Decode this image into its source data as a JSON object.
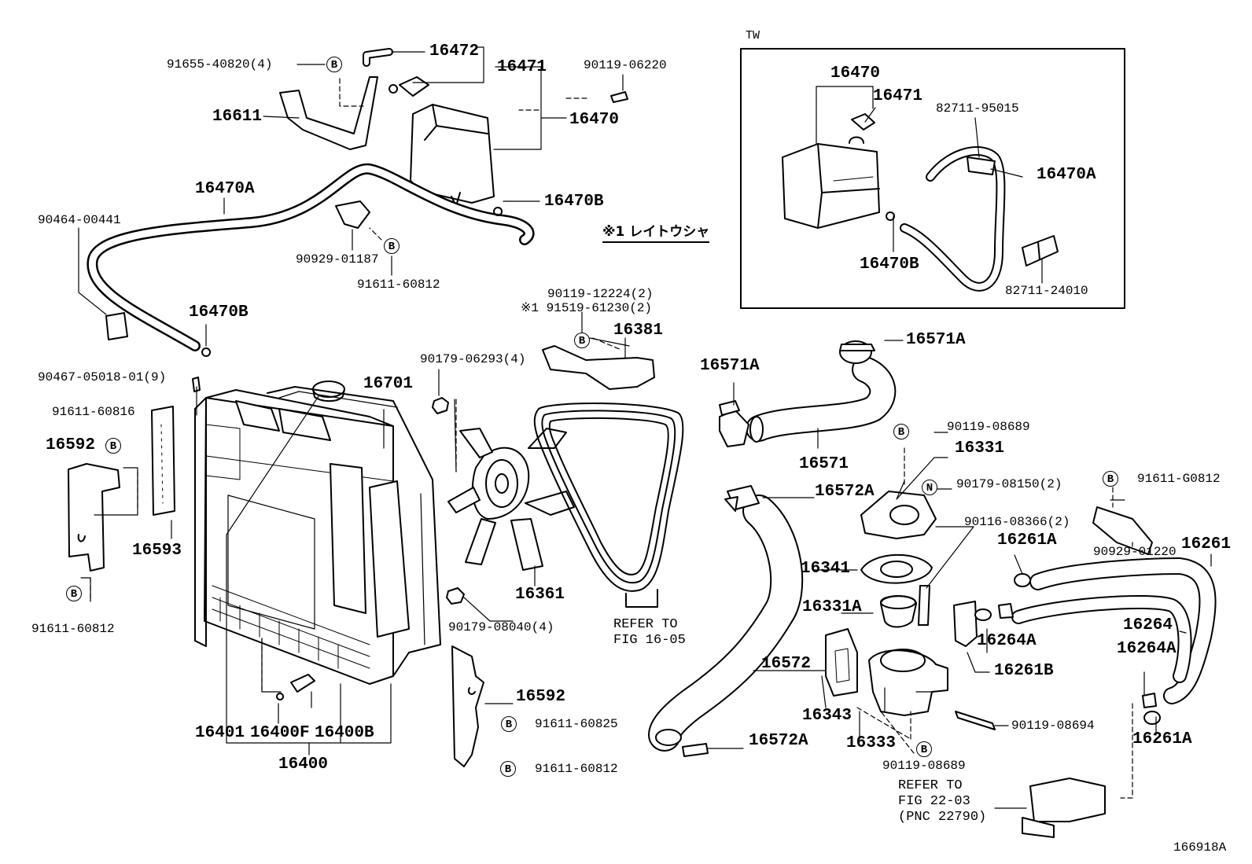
{
  "inset": {
    "title": "TW",
    "labels": {
      "p16470": "16470",
      "p16471": "16471",
      "p82711_95015": "82711-95015",
      "p16470A": "16470A",
      "p16470B": "16470B",
      "p82711_24010": "82711-24010"
    }
  },
  "labels": {
    "p91655": "91655-40820(4)",
    "p16472": "16472",
    "p16471": "16471",
    "p90119_06220": "90119-06220",
    "p16611": "16611",
    "p16470": "16470",
    "p16470A": "16470A",
    "p90464": "90464-00441",
    "p16470B_top": "16470B",
    "p90929_01187": "90929-01187",
    "p91611_60812_a": "91611-60812",
    "p16470B_left": "16470B",
    "p90119_12224": "90119-12224(2)",
    "p91519": "※1 91519-61230(2)",
    "p16381": "16381",
    "p90179_06293": "90179-06293(4)",
    "p90467": "90467-05018-01(9)",
    "p16701": "16701",
    "p91611_60816": "91611-60816",
    "p16592_left": "16592",
    "p16593": "16593",
    "p91611_60812_b": "91611-60812",
    "p16361": "16361",
    "p90179_08040": "90179-08040(4)",
    "p16592_bottom": "16592",
    "p91611_60825": "91611-60825",
    "p91611_60812_c": "91611-60812",
    "p16401": "16401",
    "p16400F": "16400F",
    "p16400B": "16400B",
    "p16400": "16400",
    "p16571A_top": "16571A",
    "p16571A_left": "16571A",
    "p16571": "16571",
    "p90119_08689_a": "90119-08689",
    "p16331": "16331",
    "p16572A_top": "16572A",
    "p90179_08150": "90179-08150(2)",
    "p91611_G0812": "91611-G0812",
    "p90116_08366": "90116-08366(2)",
    "p16261A_top": "16261A",
    "p90929_01220": "90929-01220",
    "p16261": "16261",
    "p16341": "16341",
    "p16331A": "16331A",
    "p16264A_mid": "16264A",
    "p16264": "16264",
    "p16261B": "16261B",
    "p16264A_low": "16264A",
    "p16572": "16572",
    "p16343": "16343",
    "p90119_08694": "90119-08694",
    "p16261A_bottom": "16261A",
    "p16333": "16333",
    "p16572A_bottom": "16572A",
    "p90119_08689_b": "90119-08689"
  },
  "reiwa_note": "※1 レイトウシャ",
  "refer_fig_16_05": "REFER TO\nFIG 16-05",
  "refer_fig_22_03": "REFER TO\nFIG 22-03\n(PNC 22790)",
  "badge_b": "B",
  "badge_n": "N",
  "figure_id": "166918A"
}
